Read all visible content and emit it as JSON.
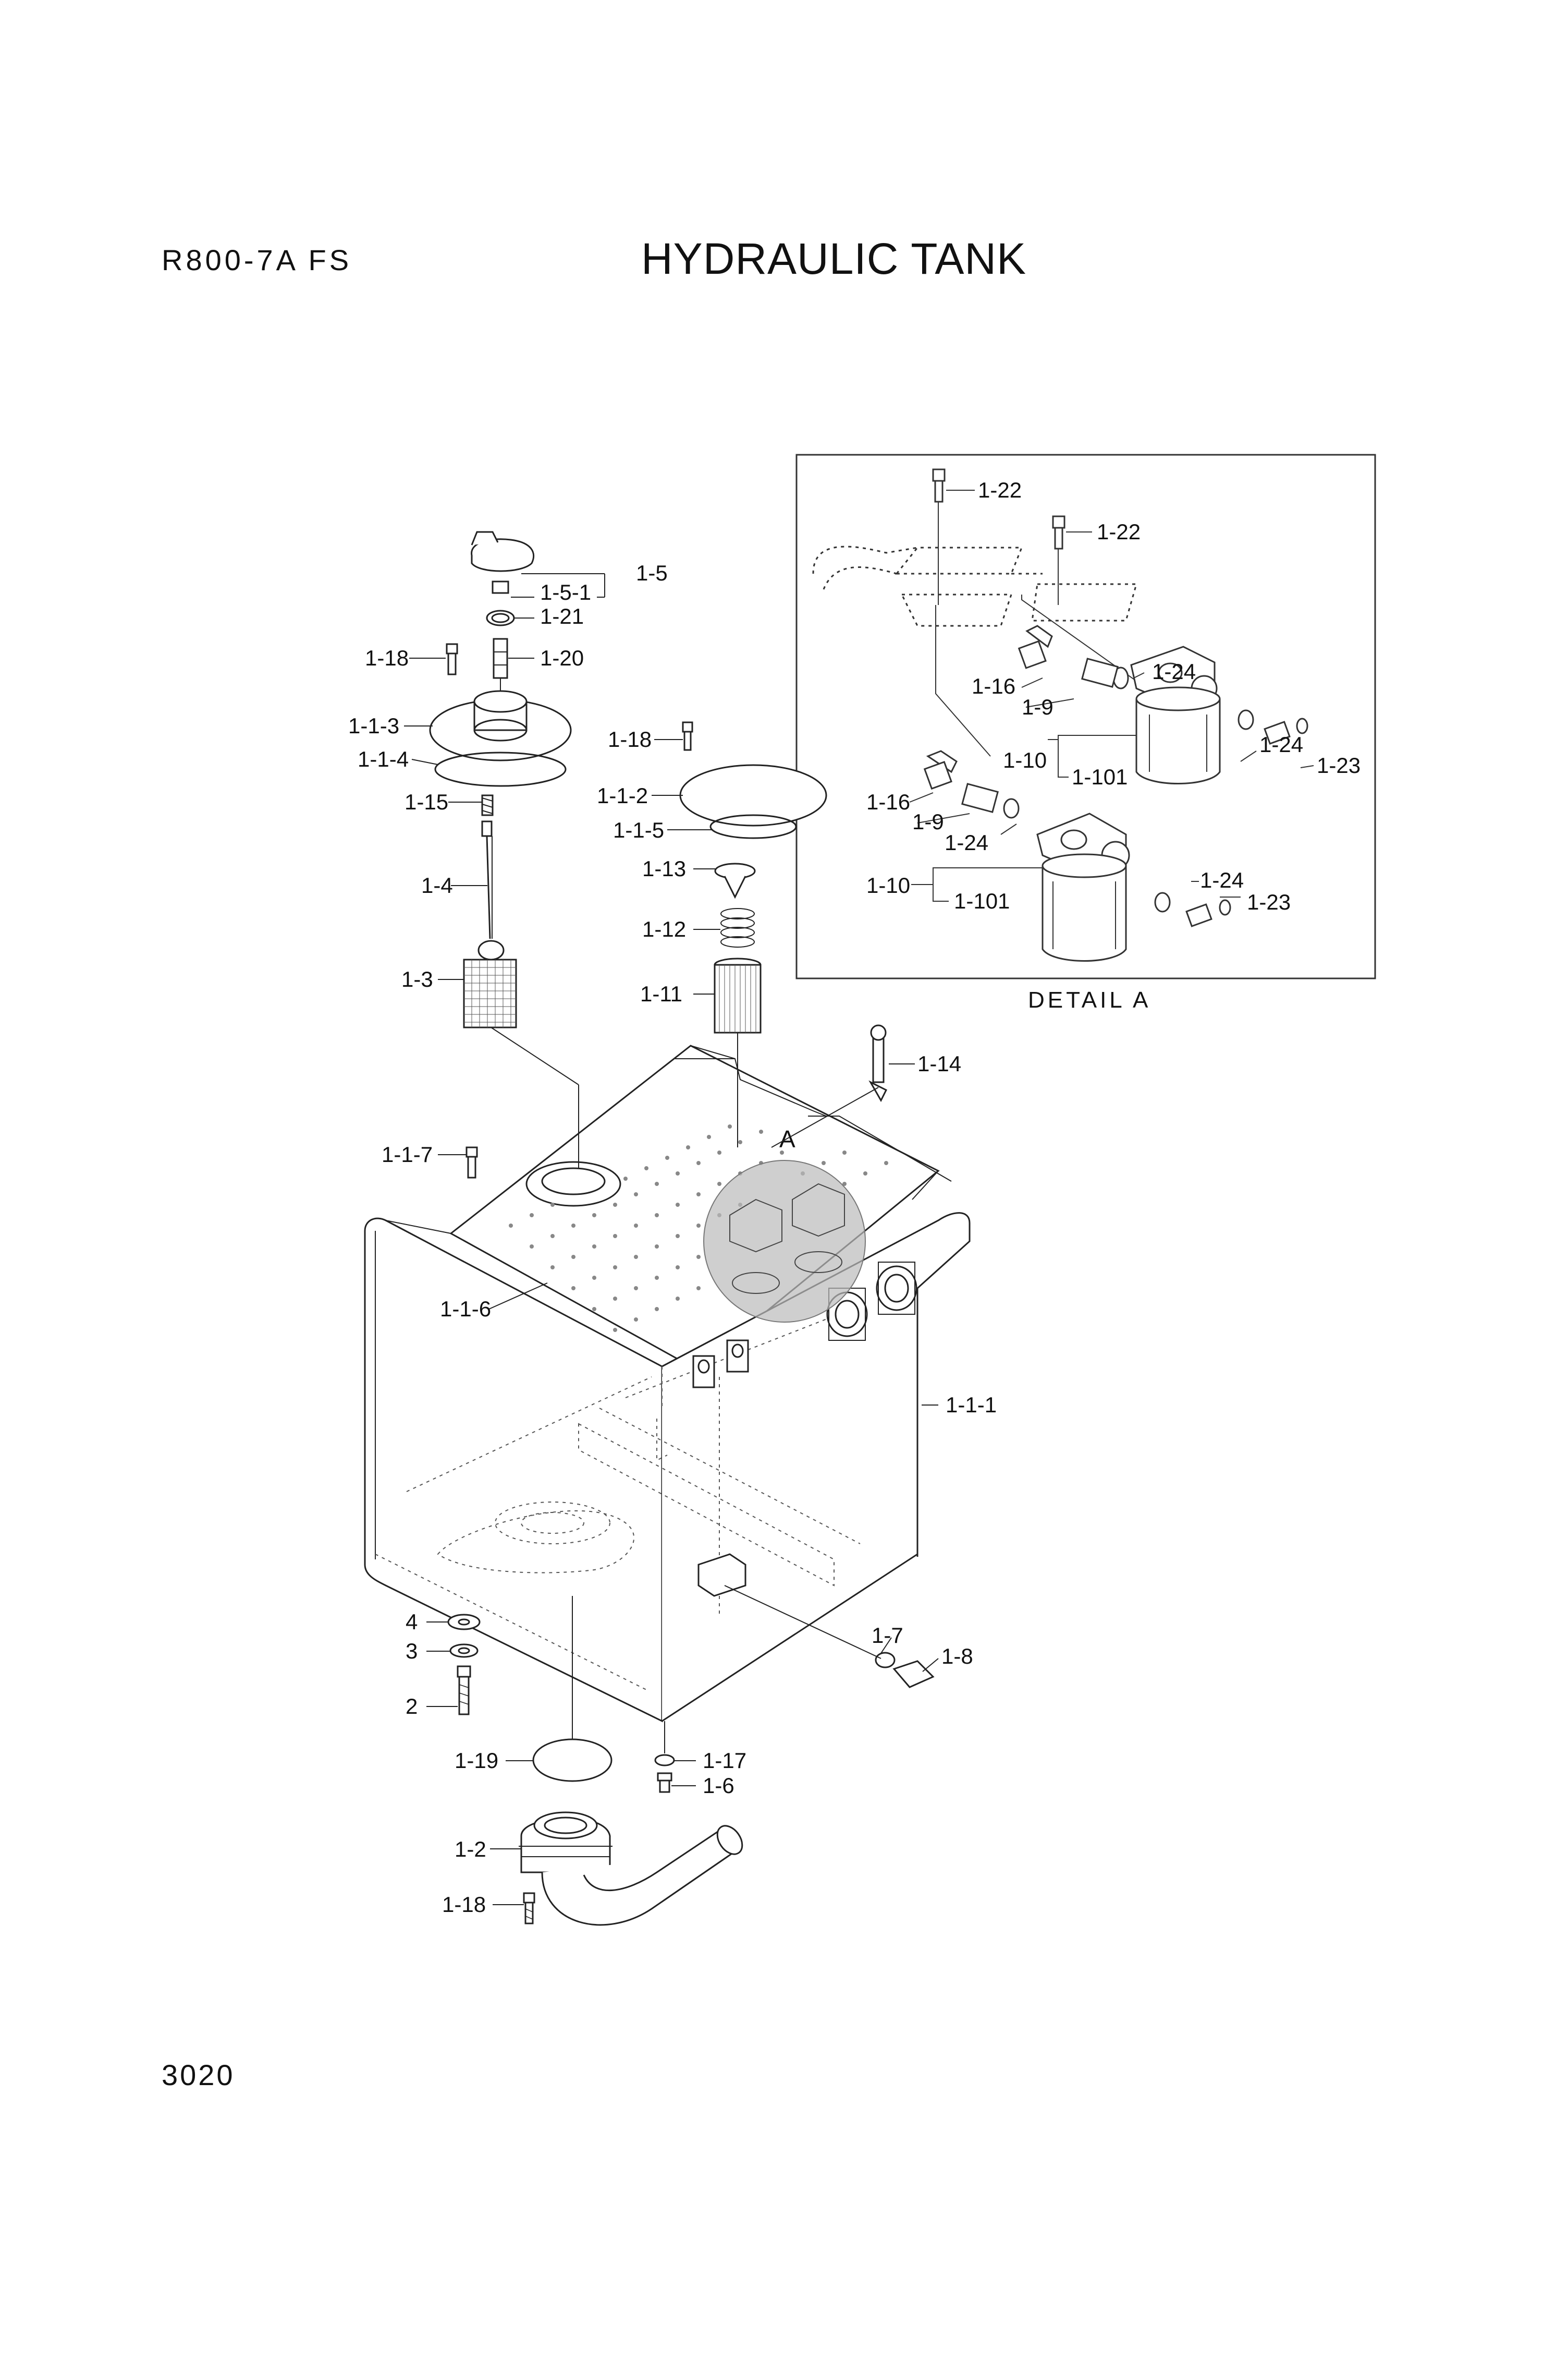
{
  "header": {
    "model": "R800-7A  FS",
    "title": "HYDRAULIC TANK"
  },
  "footer": {
    "page_number": "3020"
  },
  "detail": {
    "caption": "DETAIL  A",
    "marker": "A"
  },
  "callouts": [
    {
      "id": "1-5",
      "label": "1-5"
    },
    {
      "id": "1-5-1",
      "label": "1-5-1"
    },
    {
      "id": "1-21",
      "label": "1-21"
    },
    {
      "id": "1-18a",
      "label": "1-18"
    },
    {
      "id": "1-20",
      "label": "1-20"
    },
    {
      "id": "1-1-3",
      "label": "1-1-3"
    },
    {
      "id": "1-1-4",
      "label": "1-1-4"
    },
    {
      "id": "1-15",
      "label": "1-15"
    },
    {
      "id": "1-4",
      "label": "1-4"
    },
    {
      "id": "1-3",
      "label": "1-3"
    },
    {
      "id": "1-18b",
      "label": "1-18"
    },
    {
      "id": "1-1-2",
      "label": "1-1-2"
    },
    {
      "id": "1-1-5",
      "label": "1-1-5"
    },
    {
      "id": "1-13",
      "label": "1-13"
    },
    {
      "id": "1-12",
      "label": "1-12"
    },
    {
      "id": "1-11",
      "label": "1-11"
    },
    {
      "id": "1-14",
      "label": "1-14"
    },
    {
      "id": "1-1-7",
      "label": "1-1-7"
    },
    {
      "id": "1-1-6",
      "label": "1-1-6"
    },
    {
      "id": "1-1-1",
      "label": "1-1-1"
    },
    {
      "id": "4",
      "label": "4"
    },
    {
      "id": "3",
      "label": "3"
    },
    {
      "id": "2",
      "label": "2"
    },
    {
      "id": "1-19",
      "label": "1-19"
    },
    {
      "id": "1-17",
      "label": "1-17"
    },
    {
      "id": "1-6",
      "label": "1-6"
    },
    {
      "id": "1-7",
      "label": "1-7"
    },
    {
      "id": "1-8",
      "label": "1-8"
    },
    {
      "id": "1-2",
      "label": "1-2"
    },
    {
      "id": "1-18c",
      "label": "1-18"
    },
    {
      "id": "d-1-22a",
      "label": "1-22"
    },
    {
      "id": "d-1-22b",
      "label": "1-22"
    },
    {
      "id": "d-1-24a",
      "label": "1-24"
    },
    {
      "id": "d-1-16a",
      "label": "1-16"
    },
    {
      "id": "d-1-9a",
      "label": "1-9"
    },
    {
      "id": "d-1-24b",
      "label": "1-24"
    },
    {
      "id": "d-1-23a",
      "label": "1-23"
    },
    {
      "id": "d-1-10a",
      "label": "1-10"
    },
    {
      "id": "d-1-101a",
      "label": "1-101"
    },
    {
      "id": "d-1-16b",
      "label": "1-16"
    },
    {
      "id": "d-1-9b",
      "label": "1-9"
    },
    {
      "id": "d-1-24c",
      "label": "1-24"
    },
    {
      "id": "d-1-24d",
      "label": "1-24"
    },
    {
      "id": "d-1-23b",
      "label": "1-23"
    },
    {
      "id": "d-1-10b",
      "label": "1-10"
    },
    {
      "id": "d-1-101b",
      "label": "1-101"
    }
  ]
}
